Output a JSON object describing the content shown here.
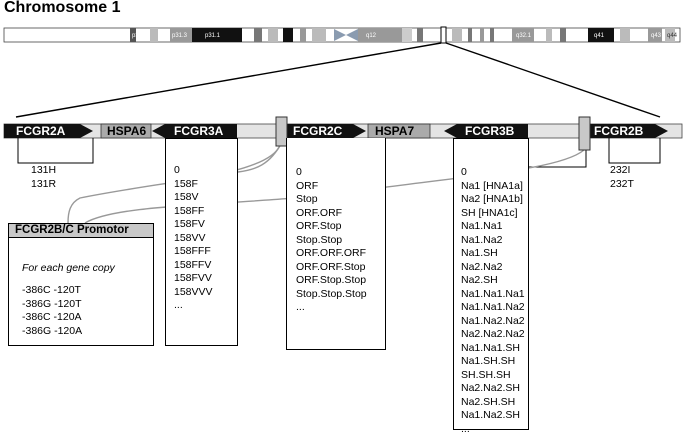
{
  "title": "Chromosome 1",
  "ideogram": {
    "bands": [
      "p33",
      "p31.3",
      "p31.1",
      "q12",
      "q32.1",
      "q41",
      "q43",
      "q44"
    ]
  },
  "genes": [
    {
      "label": "FCGR2A",
      "type": "gene"
    },
    {
      "label": "HSPA6",
      "type": "pseudogene"
    },
    {
      "label": "FCGR3A",
      "type": "gene"
    },
    {
      "label": "FCGR2C",
      "type": "gene"
    },
    {
      "label": "HSPA7",
      "type": "pseudogene"
    },
    {
      "label": "FCGR3B",
      "type": "gene"
    },
    {
      "label": "FCGR2B",
      "type": "gene"
    }
  ],
  "variants": {
    "fcgr2a": [
      "131H",
      "131R"
    ],
    "fcgr3a": [
      "0",
      "158F",
      "158V",
      "158FF",
      "158FV",
      "158VV",
      "158FFF",
      "158FFV",
      "158FVV",
      "158VVV",
      "..."
    ],
    "fcgr2c": [
      "0",
      "ORF",
      "Stop",
      "ORF.ORF",
      "ORF.Stop",
      "Stop.Stop",
      "ORF.ORF.ORF",
      "ORF.ORF.Stop",
      "ORF.Stop.Stop",
      "Stop.Stop.Stop",
      "..."
    ],
    "fcgr3b": [
      "0",
      "Na1 [HNA1a]",
      "Na2 [HNA1b]",
      "SH [HNA1c]",
      "Na1.Na1",
      "Na1.Na2",
      "Na1.SH",
      "Na2.Na2",
      "Na2.SH",
      "Na1.Na1.Na1",
      "Na1.Na1.Na2",
      "Na1.Na2.Na2",
      "Na2.Na2.Na2",
      "Na1.Na1.SH",
      "Na1.SH.SH",
      "SH.SH.SH",
      "Na2.Na2.SH",
      "Na2.SH.SH",
      "Na1.Na2.SH",
      "..."
    ],
    "fcgr2b": [
      "232I",
      "232T"
    ]
  },
  "promoter": {
    "title": "FCGR2B/C Promotor",
    "subtitle": "For each gene copy",
    "items": [
      "-386C -120T",
      "-386G -120T",
      "-386C -120A",
      "-386G -120A"
    ]
  }
}
